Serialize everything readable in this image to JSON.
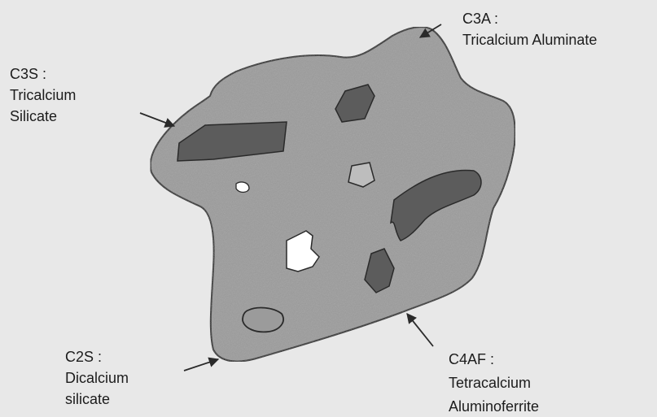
{
  "labels": {
    "c3s": {
      "code": "C3S :",
      "name_lines": [
        "Tricalcium",
        "Silicate"
      ]
    },
    "c3a": {
      "code": "C3A :",
      "name_lines": [
        "Tricalcium Aluminate"
      ]
    },
    "c2s": {
      "code": "C2S :",
      "name_lines": [
        "Dicalcium",
        "silicate"
      ]
    },
    "c4af": {
      "code": "C4AF :",
      "name_lines": [
        "Tetracalcium",
        "Aluminoferrite"
      ]
    }
  },
  "colors": {
    "background": "#e8e8e8",
    "grain_fill": "#9b9b9b",
    "dark_phase": "#5c5c5c",
    "light_phase": "#bdbdbd",
    "void": "#ffffff",
    "outline": "#2a2a2a"
  }
}
